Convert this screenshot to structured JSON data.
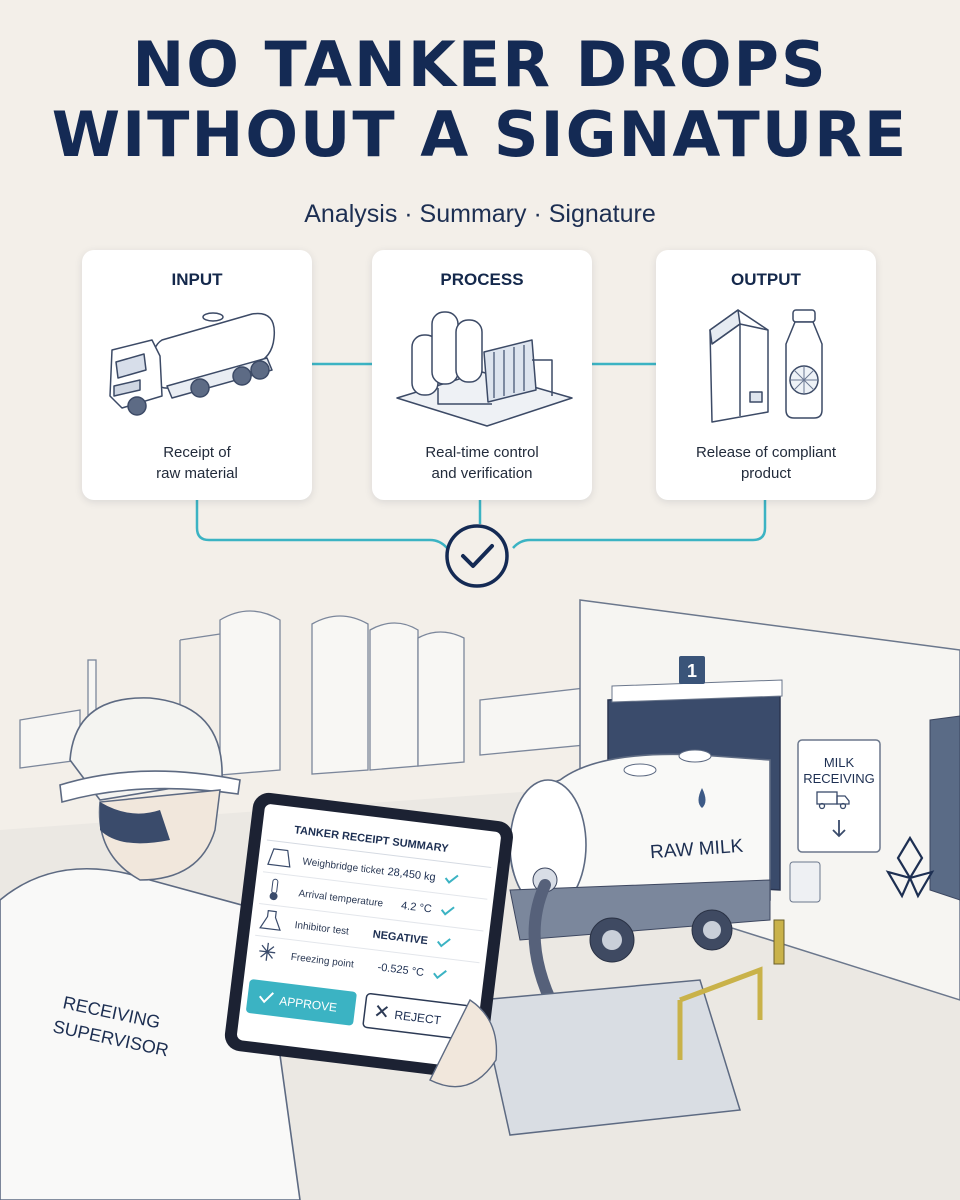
{
  "header": {
    "title_line1": "NO TANKER DROPS",
    "title_line2": "WITHOUT A SIGNATURE",
    "subtitle": "Analysis · Summary · Signature"
  },
  "steps": [
    {
      "label": "INPUT",
      "description": "Receipt of\nraw material",
      "icon": "tanker-truck-icon"
    },
    {
      "label": "PROCESS",
      "description": "Real-time control\nand verification",
      "icon": "processing-plant-icon"
    },
    {
      "label": "OUTPUT",
      "description": "Release of compliant\nproduct",
      "icon": "milk-carton-bottle-icon"
    }
  ],
  "checkpoint_icon": "checkmark-circle-icon",
  "colors": {
    "navy": "#142a54",
    "teal": "#3bb3c3",
    "background": "#f3efe9"
  },
  "scene": {
    "bay_number": "1",
    "sign_line1": "MILK",
    "sign_line2": "RECEIVING",
    "tanker_label": "RAW MILK",
    "vest_line1": "RECEIVING",
    "vest_line2": "SUPERVISOR"
  },
  "tablet": {
    "title": "TANKER RECEIPT SUMMARY",
    "rows": [
      {
        "label": "Weighbridge ticket",
        "value": "28,450 kg",
        "icon": "scale-icon"
      },
      {
        "label": "Arrival temperature",
        "value": "4.2 °C",
        "icon": "thermometer-icon"
      },
      {
        "label": "Inhibitor test",
        "value": "NEGATIVE",
        "icon": "flask-icon"
      },
      {
        "label": "Freezing point",
        "value": "-0.525 °C",
        "icon": "snowflake-icon"
      }
    ],
    "approve_label": "APPROVE",
    "reject_label": "REJECT"
  },
  "logo_icon": "flower-logo-icon"
}
